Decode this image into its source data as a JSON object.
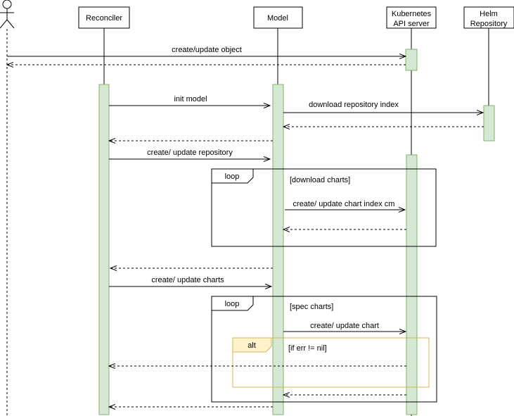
{
  "participants": {
    "actor": "",
    "reconciler": "Reconciler",
    "model": "Model",
    "kube_line1": "Kubernetes",
    "kube_line2": "API server",
    "helm_line1": "Helm",
    "helm_line2": "Repository"
  },
  "messages": {
    "create_update_object": "create/update object",
    "init_model": "init model",
    "download_repository_index": "download repository index",
    "create_update_repository": "create/ update repository",
    "create_update_chart_index_cm": "create/ update chart index cm",
    "create_update_charts": "create/ update charts",
    "create_update_chart": "create/ update chart"
  },
  "fragments": {
    "loop1_label": "loop",
    "loop1_guard": "[download charts]",
    "loop2_label": "loop",
    "loop2_guard": "[spec charts]",
    "alt_label": "alt",
    "alt_guard": "[if err != nil]"
  },
  "colors": {
    "activation_fill": "#d5e8d4",
    "activation_stroke": "#82b366",
    "alt_fill": "#fff2cc",
    "alt_stroke": "#d6b656"
  }
}
